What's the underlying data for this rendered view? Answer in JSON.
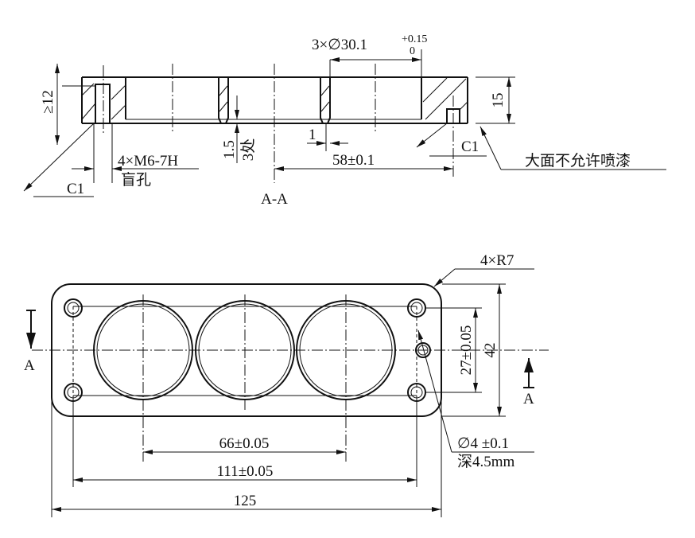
{
  "section_view": {
    "title": "A-A",
    "bore_dim": "3×∅30.1",
    "bore_tol_upper": "+0.15",
    "bore_tol_lower": "0",
    "depth_min": "≥12",
    "thickness": "15",
    "thread": "4×M6-7H",
    "thread_note": "盲孔",
    "chamfer_left": "C1",
    "chamfer_right": "C1",
    "step_height": "1.5",
    "step_count": "3处",
    "step_width": "1",
    "pitch": "58±0.1",
    "surface_note": "大面不允许喷漆"
  },
  "plan_view": {
    "corner_radius": "4×R7",
    "section_mark_left": "A",
    "section_mark_right": "A",
    "hole_pitch_y": "27±0.05",
    "height": "42",
    "pin_hole": "∅4 ±0.1",
    "pin_depth": "深4.5mm",
    "bore_pitch": "66±0.05",
    "hole_pitch_x": "111±0.05",
    "length": "125"
  }
}
